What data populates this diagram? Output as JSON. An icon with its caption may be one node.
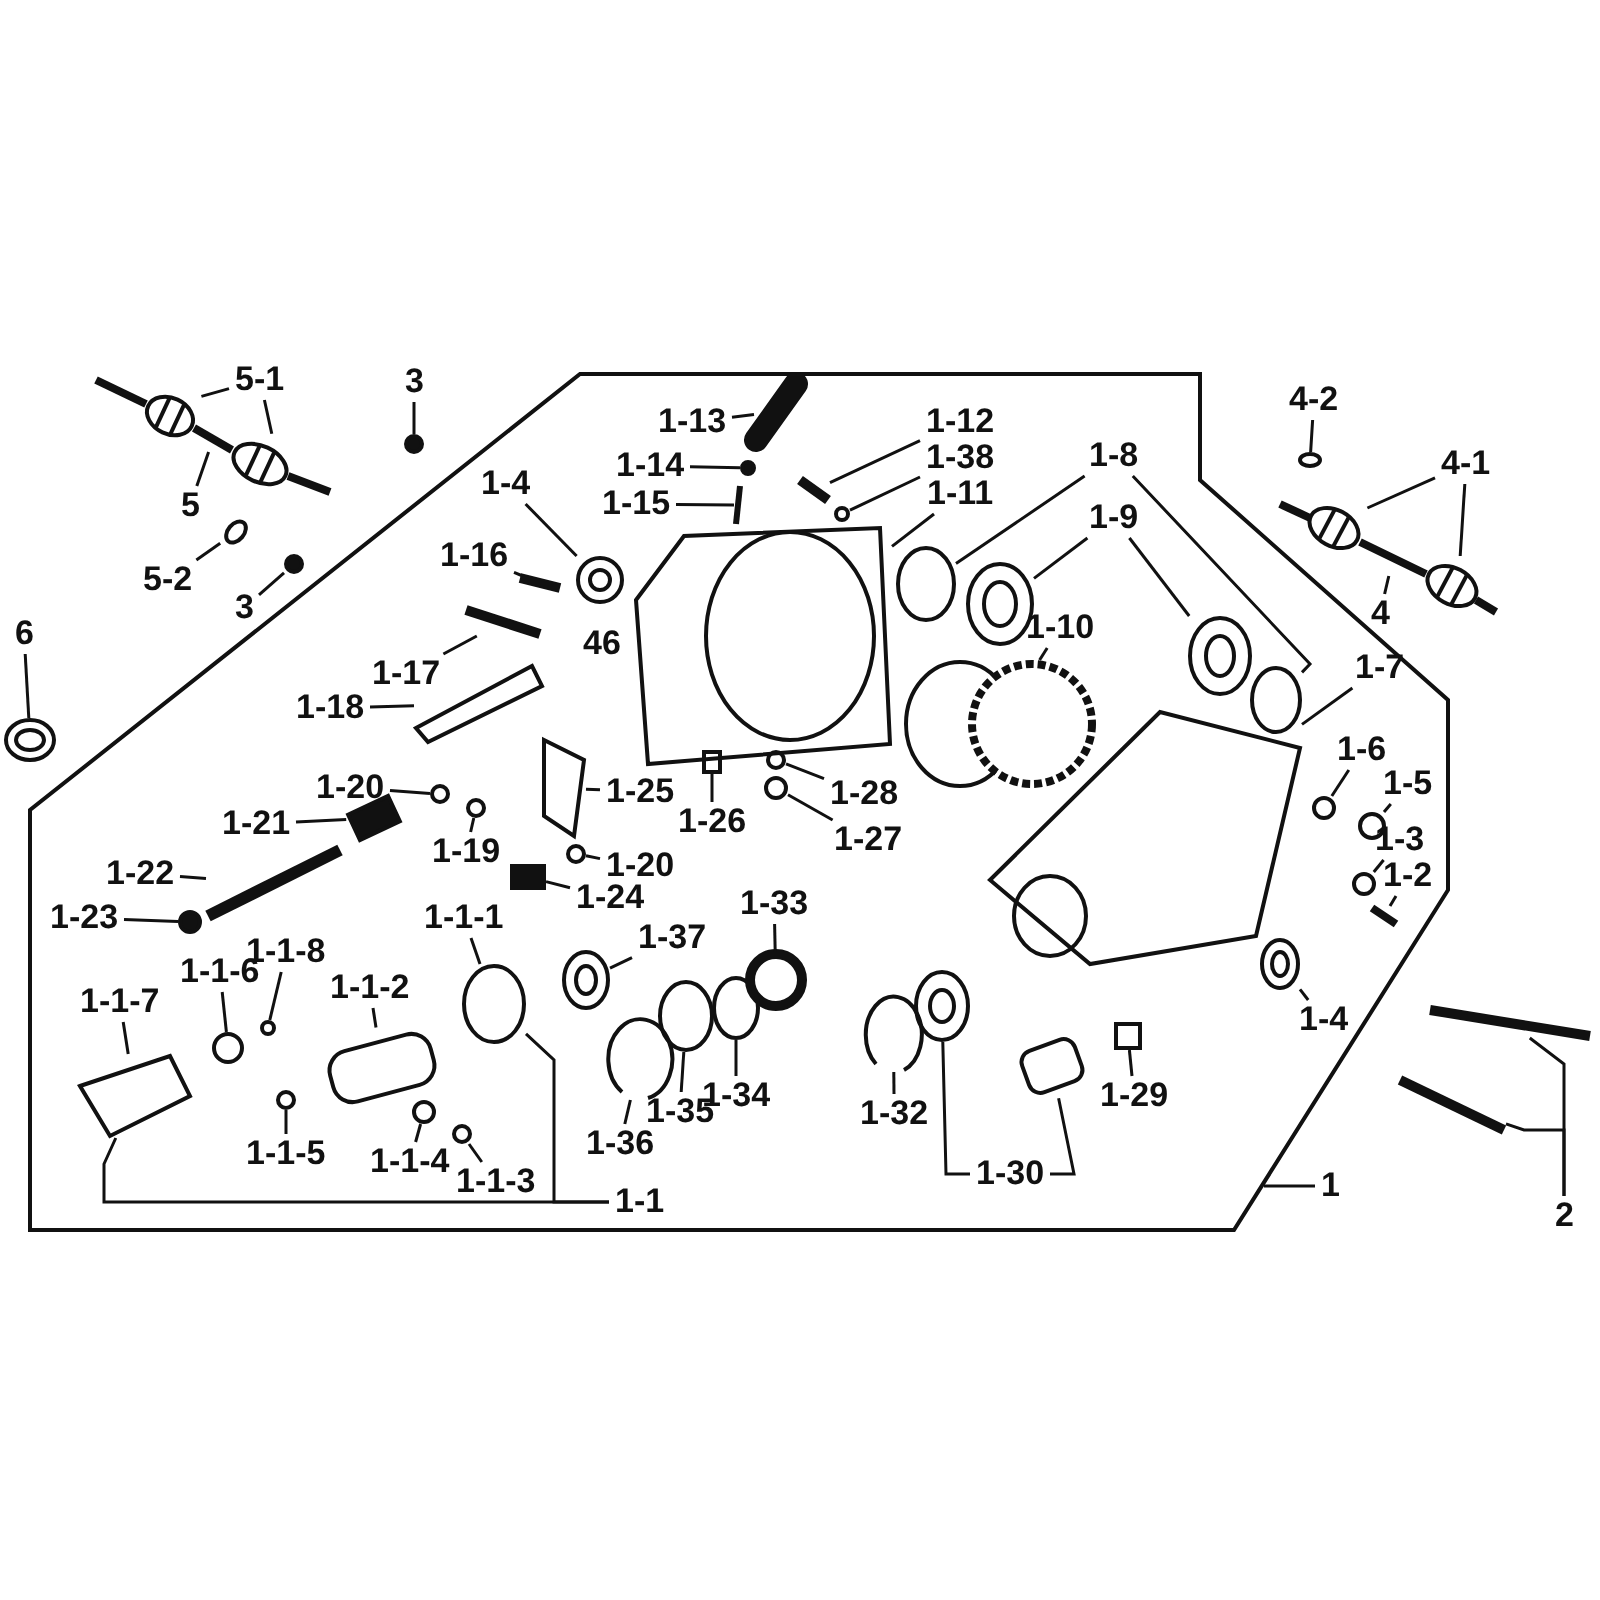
{
  "diagram": {
    "nodes": [
      {
        "text": [
          "5-1"
        ]
      },
      {
        "text": [
          "5"
        ]
      },
      {
        "text": [
          "3"
        ]
      },
      {
        "text": [
          "5-2"
        ]
      },
      {
        "text": [
          "3"
        ]
      },
      {
        "text": [
          "6"
        ]
      },
      {
        "text": [
          "1-13"
        ]
      },
      {
        "text": [
          "1-14"
        ]
      },
      {
        "text": [
          "1-15"
        ]
      },
      {
        "text": [
          "1-12"
        ]
      },
      {
        "text": [
          "1-38"
        ]
      },
      {
        "text": [
          "1-11"
        ]
      },
      {
        "text": [
          "1-8"
        ]
      },
      {
        "text": [
          "1-4"
        ]
      },
      {
        "text": [
          "1-16"
        ]
      },
      {
        "text": [
          "1-9"
        ]
      },
      {
        "text": [
          "1-17"
        ]
      },
      {
        "text": [
          "1-10"
        ]
      },
      {
        "text": [
          "1-18"
        ]
      },
      {
        "text": [
          "1-7"
        ]
      },
      {
        "text": [
          "1-6"
        ]
      },
      {
        "text": [
          "1-5"
        ]
      },
      {
        "text": [
          "1-20"
        ]
      },
      {
        "text": [
          "1-25"
        ]
      },
      {
        "text": [
          "1-28"
        ]
      },
      {
        "text": [
          "1-26"
        ]
      },
      {
        "text": [
          "1-27"
        ]
      },
      {
        "text": [
          "1-3"
        ]
      },
      {
        "text": [
          "1-21"
        ]
      },
      {
        "text": [
          "1-19"
        ]
      },
      {
        "text": [
          "1-20"
        ]
      },
      {
        "text": [
          "1-2"
        ]
      },
      {
        "text": [
          "1-24"
        ]
      },
      {
        "text": [
          "1-22"
        ]
      },
      {
        "text": [
          "1-23"
        ]
      },
      {
        "text": [
          "1-33"
        ]
      },
      {
        "text": [
          "1-1-1"
        ]
      },
      {
        "text": [
          "1-37"
        ]
      },
      {
        "text": [
          "1-1-6"
        ]
      },
      {
        "text": [
          "1-1-8"
        ]
      },
      {
        "text": [
          "1-1-2"
        ]
      },
      {
        "text": [
          "1-4"
        ]
      },
      {
        "text": [
          "1-1-7"
        ]
      },
      {
        "text": [
          "1-29"
        ]
      },
      {
        "text": [
          "1-32"
        ]
      },
      {
        "text": [
          "1-34"
        ]
      },
      {
        "text": [
          "1-35"
        ]
      },
      {
        "text": [
          "1-36"
        ]
      },
      {
        "text": [
          "1-1-5"
        ]
      },
      {
        "text": [
          "1-1-4"
        ]
      },
      {
        "text": [
          "1-1-3"
        ]
      },
      {
        "text": [
          "1-30"
        ]
      },
      {
        "text": [
          "1-1"
        ]
      },
      {
        "text": [
          "1"
        ]
      },
      {
        "text": [
          "2"
        ]
      },
      {
        "text": [
          "4-2"
        ]
      },
      {
        "text": [
          "4-1"
        ]
      },
      {
        "text": [
          "4"
        ]
      },
      {
        "text": [],
        "shape": "picture"
      },
      {
        "text": [],
        "shape": "picture"
      },
      {
        "text": [],
        "shape": "bar"
      },
      {
        "text": [],
        "shape": "circle"
      },
      {
        "text": [],
        "shape": "circle"
      },
      {
        "text": [],
        "shape": "circle"
      },
      {
        "text": [],
        "shape": "circle"
      },
      {
        "text": [],
        "shape": "bar"
      },
      {
        "text": [],
        "shape": "circle"
      },
      {
        "text": [],
        "shape": "bar"
      },
      {
        "text": [],
        "shape": "bar"
      },
      {
        "text": [],
        "shape": "circle"
      },
      {
        "text": [],
        "shape": "picture"
      },
      {
        "text": [],
        "shape": "circle"
      },
      {
        "text": [],
        "shape": "circle"
      },
      {
        "text": [],
        "shape": "circle"
      },
      {
        "text": [],
        "shape": "bar"
      },
      {
        "text": [],
        "shape": "circle"
      },
      {
        "text": [],
        "shape": "circle"
      },
      {
        "text": [],
        "shape": "bar"
      },
      {
        "text": [],
        "shape": "circle"
      },
      {
        "text": [],
        "shape": "bar"
      },
      {
        "text": [],
        "shape": "picture"
      },
      {
        "text": [],
        "shape": "circle"
      },
      {
        "text": [],
        "shape": "circle"
      },
      {
        "text": [],
        "shape": "circle"
      },
      {
        "text": [],
        "shape": "box"
      },
      {
        "text": [],
        "shape": "circle"
      },
      {
        "text": [],
        "shape": "box"
      },
      {
        "text": [],
        "shape": "circle"
      },
      {
        "text": [],
        "shape": "circle"
      },
      {
        "text": [],
        "shape": "box"
      },
      {
        "text": [],
        "shape": "circle"
      },
      {
        "text": [],
        "shape": "circle"
      },
      {
        "text": [],
        "shape": "bar"
      },
      {
        "text": [],
        "shape": "box"
      },
      {
        "text": [],
        "shape": "bar"
      },
      {
        "text": [],
        "shape": "circle"
      },
      {
        "text": [],
        "shape": "circle"
      },
      {
        "text": [],
        "shape": "circle"
      },
      {
        "text": [],
        "shape": "circle"
      },
      {
        "text": [],
        "shape": "circle"
      },
      {
        "text": [],
        "shape": "circle"
      },
      {
        "text": [],
        "shape": "box"
      },
      {
        "text": [],
        "shape": "circle"
      },
      {
        "text": [],
        "shape": "box"
      },
      {
        "text": [],
        "shape": "box"
      },
      {
        "text": [],
        "shape": "circle"
      },
      {
        "text": [],
        "shape": "circle"
      },
      {
        "text": [],
        "shape": "circle"
      },
      {
        "text": [],
        "shape": "circle"
      },
      {
        "text": [],
        "shape": "circle"
      },
      {
        "text": [],
        "shape": "circle"
      },
      {
        "text": [],
        "shape": "circle"
      },
      {
        "text": [],
        "shape": "circle"
      },
      {
        "text": [],
        "shape": "box"
      },
      {
        "text": [],
        "shape": "bar"
      },
      {
        "text": [],
        "shape": "bar"
      },
      {
        "text": [],
        "shape": "circle"
      },
      {
        "text": [],
        "shape": "picture"
      },
      {
        "text": [],
        "shape": "picture"
      },
      {
        "text": [],
        "shape": "bar"
      }
    ],
    "edges": [
      {
        "from": 0,
        "to": 58,
        "arrow": "none"
      },
      {
        "from": 0,
        "to": 59,
        "arrow": "none"
      },
      {
        "from": 1,
        "to": 60,
        "arrow": "none"
      },
      {
        "from": 2,
        "to": 61,
        "arrow": "none"
      },
      {
        "from": 3,
        "to": 62,
        "arrow": "none"
      },
      {
        "from": 4,
        "to": 63,
        "arrow": "none"
      },
      {
        "from": 5,
        "to": 64,
        "arrow": "none"
      },
      {
        "from": 6,
        "to": 65,
        "arrow": "none"
      },
      {
        "from": 7,
        "to": 66,
        "arrow": "none"
      },
      {
        "from": 8,
        "to": 67,
        "arrow": "none"
      },
      {
        "from": 9,
        "to": 68,
        "arrow": "none"
      },
      {
        "from": 10,
        "to": 69,
        "arrow": "none"
      },
      {
        "from": 11,
        "to": 70,
        "arrow": "none"
      },
      {
        "from": 12,
        "to": 71,
        "arrow": "none"
      },
      {
        "from": 12,
        "to": 72,
        "arrow": "none"
      },
      {
        "from": 13,
        "to": 73,
        "arrow": "none"
      },
      {
        "from": 14,
        "to": 74,
        "arrow": "none"
      },
      {
        "from": 15,
        "to": 75,
        "arrow": "none"
      },
      {
        "from": 15,
        "to": 76,
        "arrow": "none"
      },
      {
        "from": 16,
        "to": 77,
        "arrow": "none"
      },
      {
        "from": 17,
        "to": 78,
        "arrow": "none"
      },
      {
        "from": 18,
        "to": 79,
        "arrow": "none"
      },
      {
        "from": 19,
        "to": 80,
        "arrow": "none"
      },
      {
        "from": 20,
        "to": 81,
        "arrow": "none"
      },
      {
        "from": 21,
        "to": 82,
        "arrow": "none"
      },
      {
        "from": 22,
        "to": 83,
        "arrow": "none"
      },
      {
        "from": 23,
        "to": 84,
        "arrow": "none"
      },
      {
        "from": 24,
        "to": 85,
        "arrow": "none"
      },
      {
        "from": 25,
        "to": 86,
        "arrow": "none"
      },
      {
        "from": 26,
        "to": 87,
        "arrow": "none"
      },
      {
        "from": 27,
        "to": 88,
        "arrow": "none"
      },
      {
        "from": 28,
        "to": 89,
        "arrow": "none"
      },
      {
        "from": 29,
        "to": 90,
        "arrow": "none"
      },
      {
        "from": 30,
        "to": 91,
        "arrow": "none"
      },
      {
        "from": 31,
        "to": 92,
        "arrow": "none"
      },
      {
        "from": 32,
        "to": 93,
        "arrow": "none"
      },
      {
        "from": 33,
        "to": 94,
        "arrow": "none"
      },
      {
        "from": 34,
        "to": 95,
        "arrow": "none"
      },
      {
        "from": 35,
        "to": 96,
        "arrow": "none"
      },
      {
        "from": 36,
        "to": 97,
        "arrow": "none"
      },
      {
        "from": 37,
        "to": 98,
        "arrow": "none"
      },
      {
        "from": 38,
        "to": 99,
        "arrow": "none"
      },
      {
        "from": 39,
        "to": 100,
        "arrow": "none"
      },
      {
        "from": 40,
        "to": 101,
        "arrow": "none"
      },
      {
        "from": 41,
        "to": 102,
        "arrow": "none"
      },
      {
        "from": 42,
        "to": 103,
        "arrow": "none"
      },
      {
        "from": 43,
        "to": 104,
        "arrow": "none"
      },
      {
        "from": 44,
        "to": 105,
        "arrow": "none"
      },
      {
        "from": 45,
        "to": 106,
        "arrow": "none"
      },
      {
        "from": 46,
        "to": 107,
        "arrow": "none"
      },
      {
        "from": 47,
        "to": 108,
        "arrow": "none"
      },
      {
        "from": 48,
        "to": 109,
        "arrow": "none"
      },
      {
        "from": 49,
        "to": 110,
        "arrow": "none"
      },
      {
        "from": 50,
        "to": 111,
        "arrow": "none"
      },
      {
        "from": 51,
        "to": 112,
        "arrow": "none"
      },
      {
        "from": 51,
        "to": 113,
        "arrow": "none"
      },
      {
        "from": 52,
        "to": 103,
        "arrow": "none"
      },
      {
        "from": 52,
        "to": 97,
        "arrow": "none"
      },
      {
        "from": 53,
        "to": null,
        "arrow": "none"
      },
      {
        "from": 54,
        "to": 114,
        "arrow": "none"
      },
      {
        "from": 54,
        "to": 115,
        "arrow": "none"
      },
      {
        "from": 55,
        "to": 116,
        "arrow": "none"
      },
      {
        "from": 56,
        "to": 117,
        "arrow": "none"
      },
      {
        "from": 56,
        "to": 118,
        "arrow": "none"
      },
      {
        "from": 57,
        "to": 119,
        "arrow": "none"
      }
    ],
    "labels": [
      "46"
    ]
  }
}
